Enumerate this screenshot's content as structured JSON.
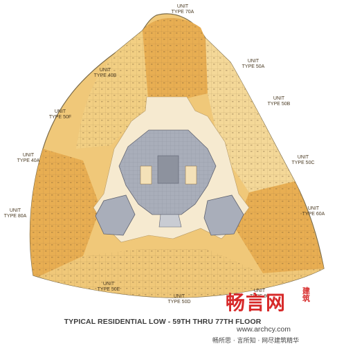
{
  "floor_plan": {
    "caption": "TYPICAL RESIDENTIAL LOW - 59TH THRU 77TH FLOOR",
    "units": [
      {
        "line1": "UNIT",
        "line2": "TYPE 70A"
      },
      {
        "line1": "UNIT",
        "line2": "TYPE 40B"
      },
      {
        "line1": "UNIT",
        "line2": "TYPE 50A"
      },
      {
        "line1": "UNIT",
        "line2": "TYPE 50F"
      },
      {
        "line1": "UNIT",
        "line2": "TYPE 50B"
      },
      {
        "line1": "UNIT",
        "line2": "TYPE 40A"
      },
      {
        "line1": "UNIT",
        "line2": "TYPE 50C"
      },
      {
        "line1": "UNIT",
        "line2": "TYPE 80A"
      },
      {
        "line1": "UNIT",
        "line2": "TYPE 60A"
      },
      {
        "line1": "UNIT",
        "line2": "TYPE 50E"
      },
      {
        "line1": "UNIT",
        "line2": "TYPE 50D"
      },
      {
        "line1": "UNIT",
        "line2": "TYPE 80"
      }
    ],
    "colors": {
      "orange_units": "#e8ae52",
      "light_units": "#f4d898",
      "corridor": "#f6ead0",
      "core": "#a9aeba",
      "outline": "#7a6a48"
    }
  },
  "watermark": {
    "logo": "畅言网",
    "side": "建筑",
    "url": "www.archcy.com",
    "tagline": "畅所思 · 言所知 · 网尽建筑精华"
  }
}
